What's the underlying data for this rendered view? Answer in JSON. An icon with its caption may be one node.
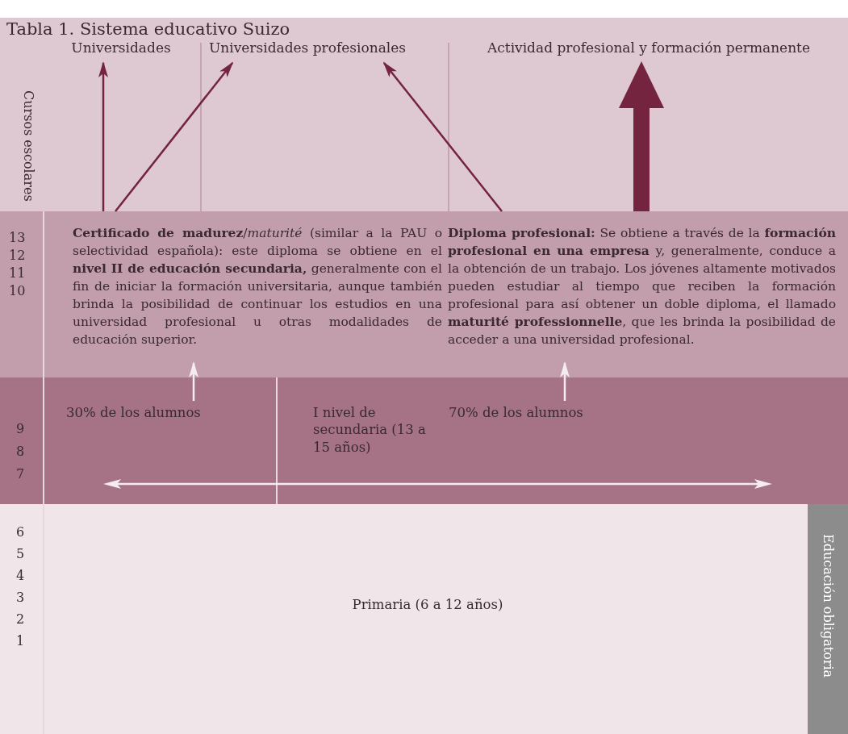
{
  "diagram": {
    "title": "Tabla 1. Sistema educativo Suizo",
    "nodes": [
      {
        "text": [
          "Universidades"
        ]
      },
      {
        "text": [
          "Universidades profesionales"
        ]
      },
      {
        "text": [
          "Actividad profesional y formación permanente"
        ]
      },
      {
        "text": [
          "**Certificado de madurez**/*maturité* (similar a la PAU o selectividad española): este diploma se obtiene en el **nivel II de educación secundaria,** generalmente con el fin de iniciar la formación universitaria, aunque también brinda la posibilidad de continuar los estudios en una universidad profesional u otras modalidades de educación superior."
        ]
      },
      {
        "text": [
          "**Diploma profesional:** Se obtiene a través de la **formación profesional en una empresa** y, generalmente, conduce a la obtención de un trabajo. Los jóvenes altamente motivados pueden estudiar al tiempo que reciben la formación profesional para así obtener un doble diploma, el llamado **maturité professionnelle**, que les brinda la posibilidad de acceder a una universidad profesional."
        ]
      },
      {
        "text": [
          "30% de los alumnos"
        ]
      },
      {
        "text": [
          "I nivel de secundaria (13 a 15 años)"
        ]
      },
      {
        "text": [
          "70% de los alumnos"
        ]
      },
      {
        "text": [
          "Primaria (6 a 12 años)"
        ]
      }
    ],
    "edges": [
      {
        "from": 3,
        "to": 0,
        "arrow": "to"
      },
      {
        "from": 3,
        "to": 1,
        "arrow": "to"
      },
      {
        "from": 4,
        "to": 1,
        "arrow": "to"
      },
      {
        "from": 4,
        "to": 2,
        "arrow": "to",
        "style": "thick"
      },
      {
        "from": 5,
        "to": 3,
        "arrow": "to",
        "color": "#f4ecef"
      },
      {
        "from": 7,
        "to": 4,
        "arrow": "to",
        "color": "#f4ecef"
      }
    ],
    "labels": [
      "Cursos escolares",
      "13",
      "12",
      "11",
      "10",
      "9",
      "8",
      "7",
      "6",
      "5",
      "4",
      "3",
      "2",
      "1",
      "Educación obligatoria"
    ]
  }
}
